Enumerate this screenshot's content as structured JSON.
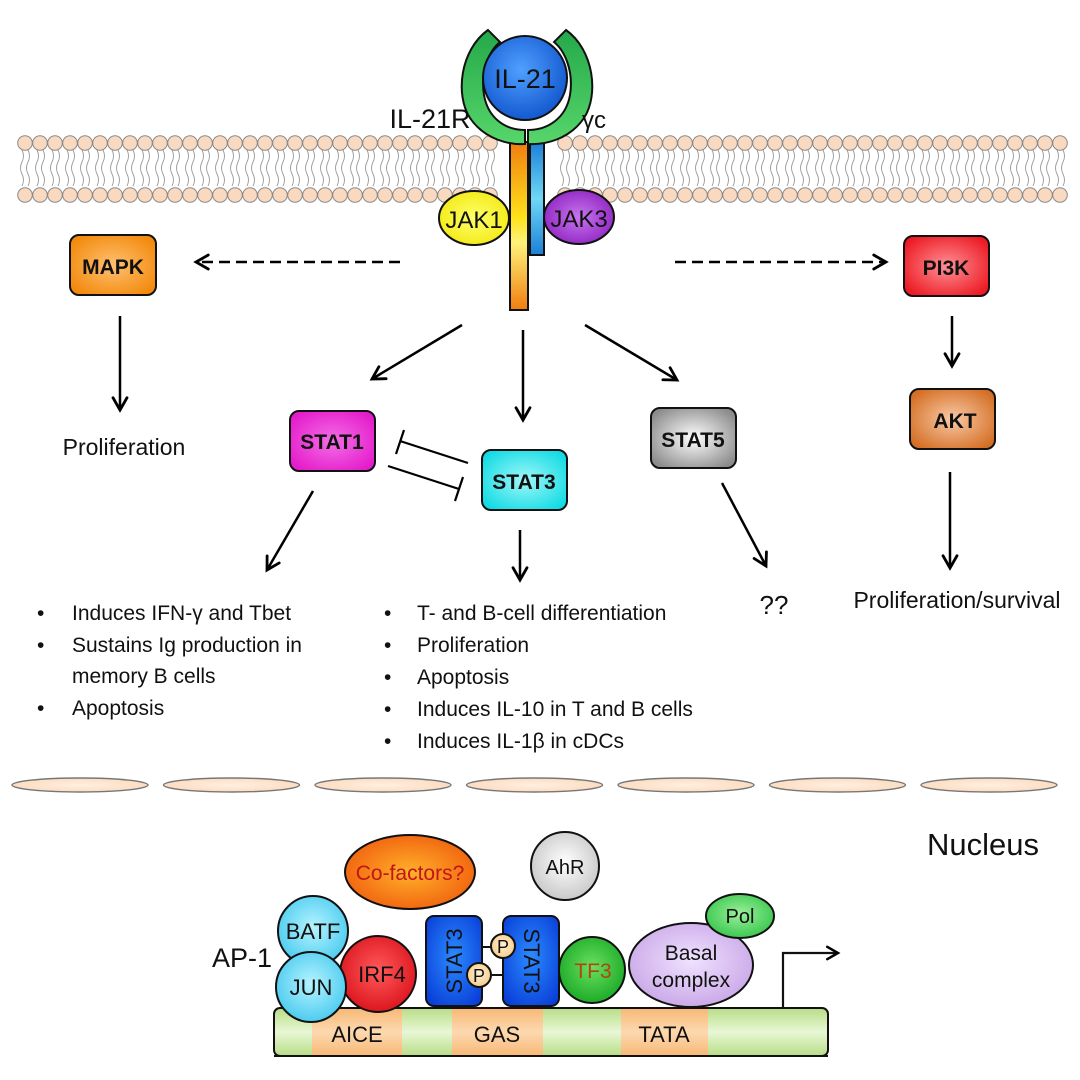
{
  "ligand": {
    "label": "IL-21"
  },
  "receptor": {
    "alpha_label": "IL-21R",
    "gamma_label": "γc"
  },
  "kinases": {
    "jak1": "JAK1",
    "jak3": "JAK3"
  },
  "nodes": {
    "mapk": "MAPK",
    "pi3k": "PI3K",
    "akt": "AKT",
    "stat1": "STAT1",
    "stat3": "STAT3",
    "stat5": "STAT5"
  },
  "outcomes": {
    "mapk": "Proliferation",
    "akt": "Proliferation/survival",
    "stat5": "??",
    "stat1": [
      "Induces IFN-γ and Tbet",
      "Sustains Ig production in",
      "memory B cells",
      "Apoptosis"
    ],
    "stat3": [
      "T- and B-cell differentiation",
      "Proliferation",
      "Apoptosis",
      "Induces IL-10 in T and B cells",
      "Induces IL-1β in cDCs"
    ]
  },
  "nucleus": {
    "label": "Nucleus",
    "ap1_label": "AP-1",
    "factors": {
      "cofactors": "Co-factors?",
      "ahr": "AhR",
      "batf": "BATF",
      "jun": "JUN",
      "irf4": "IRF4",
      "stat3_left": "STAT3",
      "stat3_right": "STAT3",
      "p1": "P",
      "p2": "P",
      "tf3": "TF3",
      "pol": "Pol",
      "basal_1": "Basal",
      "basal_2": "complex"
    },
    "dna_sites": {
      "aice": "AICE",
      "gas": "GAS",
      "tata": "TATA"
    }
  },
  "colors": {
    "mapk": "#f7901e",
    "pi3k": "#ee1c24",
    "akt": "#d9772e",
    "stat1": "#ec2ad6",
    "stat3": "#22e3ea",
    "stat5": "#a8a8a8",
    "il21": "#1c6fe0",
    "receptor": "#34b84a",
    "jak1": "#f4ee12",
    "jak3": "#9b2fc7",
    "lipid": "#f9d9c0",
    "dna": "#c5e796",
    "dna_site": "#f9c58f"
  }
}
